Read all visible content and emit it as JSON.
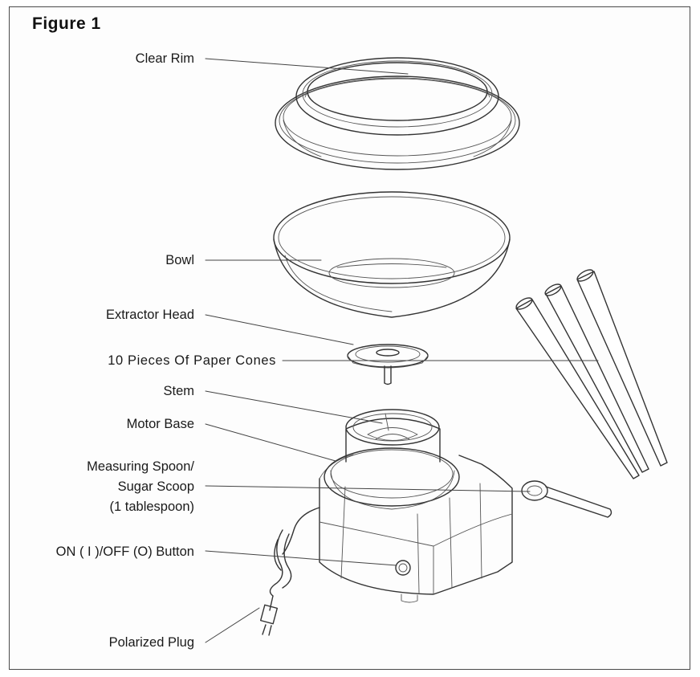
{
  "figure": {
    "title": "Figure 1",
    "labels": {
      "clear_rim": "Clear Rim",
      "bowl": "Bowl",
      "extractor_head": "Extractor Head",
      "paper_cones": "10 Pieces Of Paper Cones",
      "stem": "Stem",
      "motor_base": "Motor Base",
      "measuring_spoon_line1": "Measuring Spoon/",
      "measuring_spoon_line2": "Sugar Scoop",
      "measuring_spoon_line3": "(1 tablespoon)",
      "on_off_button": "ON ( I )/OFF (O) Button",
      "polarized_plug": "Polarized Plug"
    }
  },
  "colors": {
    "line": "#333333",
    "frame": "#4a4a4a",
    "background": "#ffffff"
  }
}
